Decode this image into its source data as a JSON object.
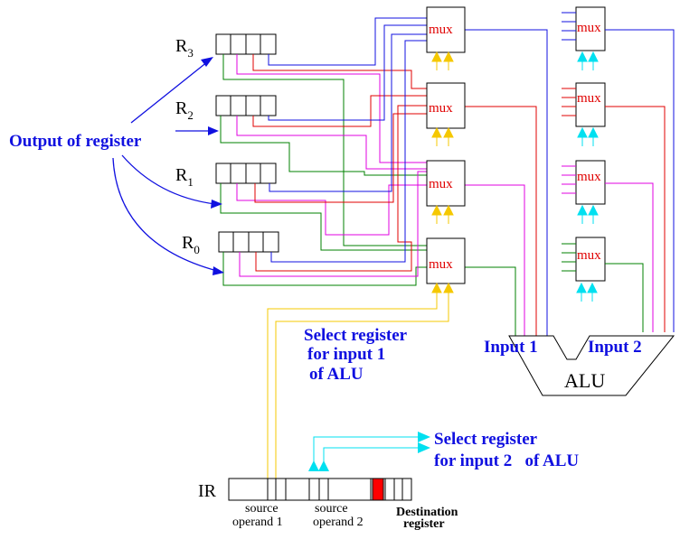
{
  "registers": {
    "r3_letter": "R",
    "r3_sub": "3",
    "r2_letter": "R",
    "r2_sub": "2",
    "r1_letter": "R",
    "r1_sub": "1",
    "r0_letter": "R",
    "r0_sub": "0"
  },
  "labels": {
    "output_of_register": "Output of register",
    "select_in1_line1": "Select register",
    "select_in1_line2": "for input 1",
    "select_in1_line3": "of ALU",
    "select_in2_line1": "Select register",
    "select_in2_line2": "for input 2   of ALU",
    "input1": "Input 1",
    "input2": "Input 2",
    "alu": "ALU",
    "ir": "IR",
    "source1_line1": "source",
    "source1_line2": "operand 1",
    "source2_line1": "source",
    "source2_line2": "operand 2",
    "dest_line1": "Destination",
    "dest_line2": "register"
  },
  "mux_label": "mux",
  "mux_labels": [
    "mux",
    "mux",
    "mux",
    "mux",
    "mux",
    "mux",
    "mux",
    "mux"
  ],
  "colors": {
    "blue": "#1010e0",
    "red": "#e00000",
    "magenta": "#e000e0",
    "green": "#008000",
    "gold": "#f5c800",
    "cyan": "#00e0f0",
    "dest_fill": "#ff0000"
  }
}
